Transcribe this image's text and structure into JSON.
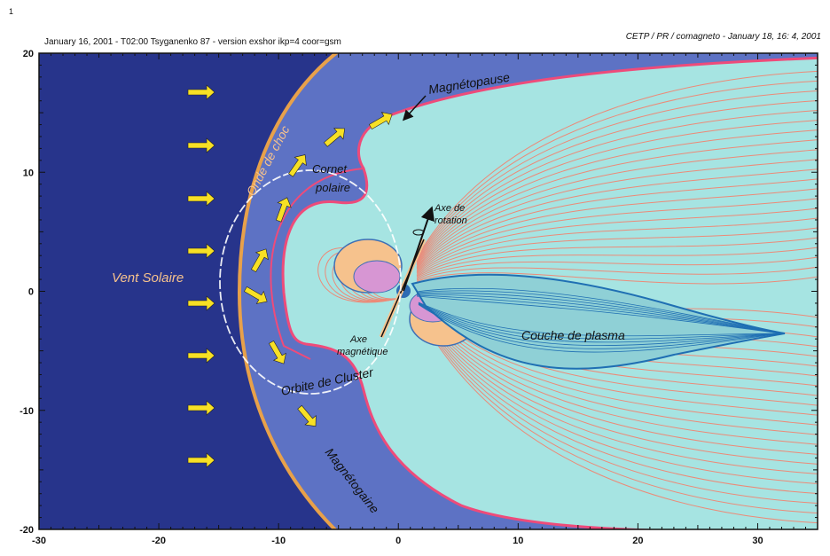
{
  "header": {
    "page_number": "1",
    "credit": "CETP / PR / comagneto - January 18, 16: 4, 2001",
    "subtitle": "January 16, 2001  - T02:00  Tsyganenko 87 - version exshor ikp=4 coor=gsm"
  },
  "axes": {
    "x_ticks": [
      "-30",
      "-20",
      "-10",
      "0",
      "10",
      "20",
      "30"
    ],
    "y_ticks": [
      "20",
      "10",
      "0",
      "-10",
      "-20"
    ]
  },
  "labels": {
    "vent_solaire": "Vent Solaire",
    "onde_de_choc": "Onde de choc",
    "magnetopause": "Magnétopause",
    "cornet_polaire_1": "Cornet",
    "cornet_polaire_2": "polaire",
    "axe_rotation_1": "Axe de",
    "axe_rotation_2": "rotation",
    "axe_magnetique_1": "Axe",
    "axe_magnetique_2": "magnétique",
    "couche_plasma": "Couche de plasma",
    "orbite_cluster": "Orbite de Cluster",
    "magnetogaine": "Magnétogaine"
  },
  "colors": {
    "solar_wind": "#27348b",
    "magnetosheath": "#5d72c4",
    "magnetosphere": "#a6e4e2",
    "field_lines": "#ec8a78",
    "boundary": "#ee4b7a",
    "shock": "#e8a14a",
    "arrows": "#f7e025",
    "plasma_sheet": "#3e9bd4",
    "radiation_belt": "#d796d3",
    "outer_lobe": "#f6c28d"
  }
}
